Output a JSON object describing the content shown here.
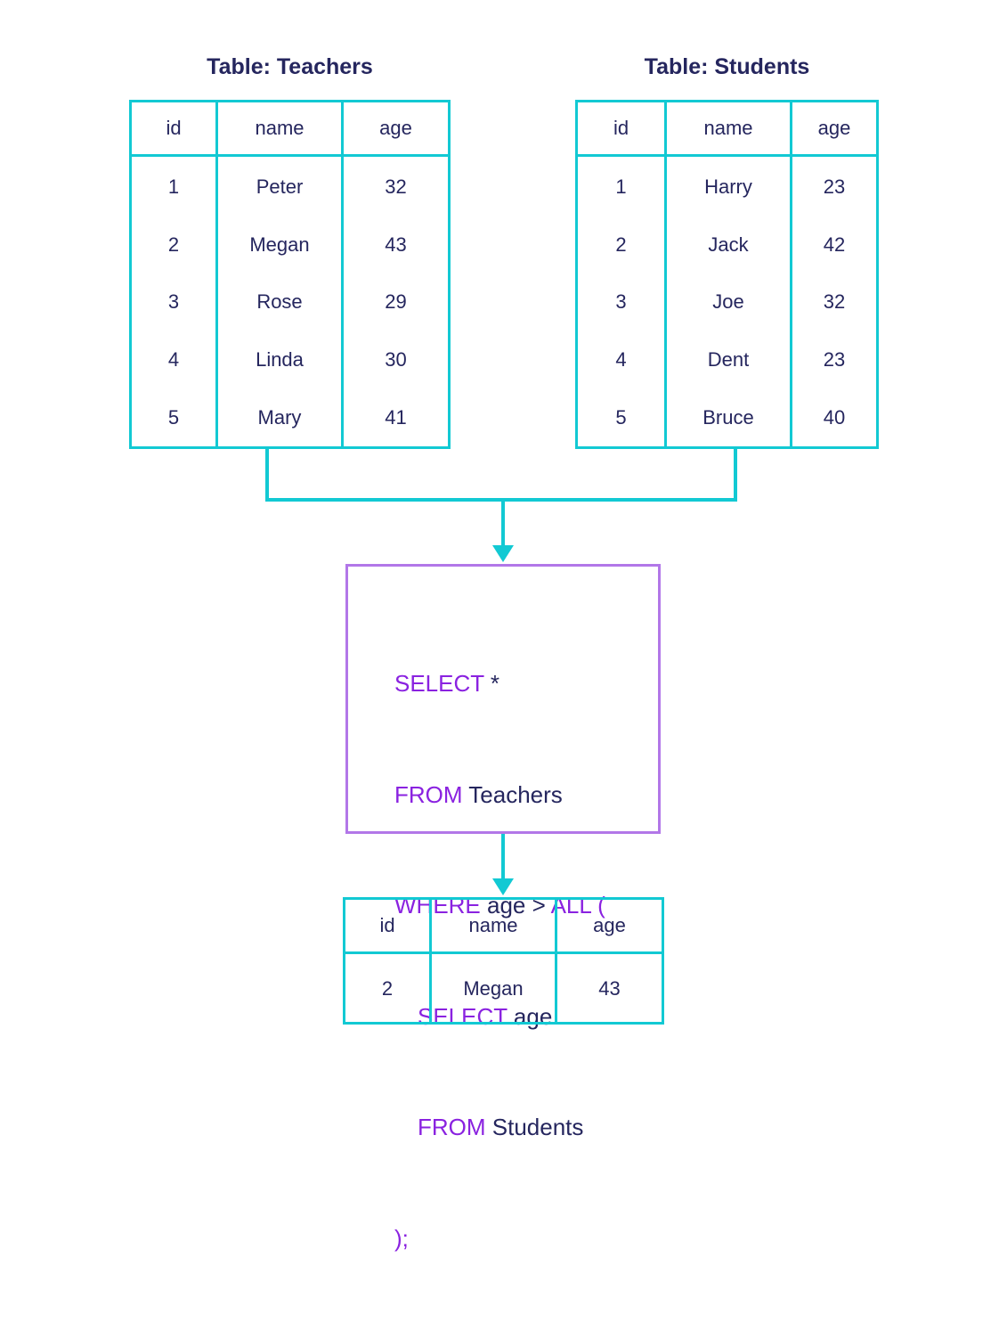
{
  "teachers": {
    "title": "Table: Teachers",
    "columns": [
      "id",
      "name",
      "age"
    ],
    "rows": [
      [
        "1",
        "Peter",
        "32"
      ],
      [
        "2",
        "Megan",
        "43"
      ],
      [
        "3",
        "Rose",
        "29"
      ],
      [
        "4",
        "Linda",
        "30"
      ],
      [
        "5",
        "Mary",
        "41"
      ]
    ]
  },
  "students": {
    "title": "Table: Students",
    "columns": [
      "id",
      "name",
      "age"
    ],
    "rows": [
      [
        "1",
        "Harry",
        "23"
      ],
      [
        "2",
        "Jack",
        "42"
      ],
      [
        "3",
        "Joe",
        "32"
      ],
      [
        "4",
        "Dent",
        "23"
      ],
      [
        "5",
        "Bruce",
        "40"
      ]
    ]
  },
  "query": {
    "line1_kw": "SELECT",
    "line1_rest": " *",
    "line2_kw": "FROM",
    "line2_rest": " Teachers",
    "line3_kw1": "WHERE",
    "line3_mid": " age > ",
    "line3_kw2": "ALL (",
    "line4_kw": "SELECT",
    "line4_rest": " age",
    "line5_kw": "FROM",
    "line5_rest": " Students",
    "line6_kw": ");"
  },
  "result": {
    "columns": [
      "id",
      "name",
      "age"
    ],
    "rows": [
      [
        "2",
        "Megan",
        "43"
      ]
    ]
  },
  "colors": {
    "table_border": "#12c9d3",
    "query_border": "#b277e8",
    "keyword": "#8a22e0",
    "text": "#25265e"
  }
}
